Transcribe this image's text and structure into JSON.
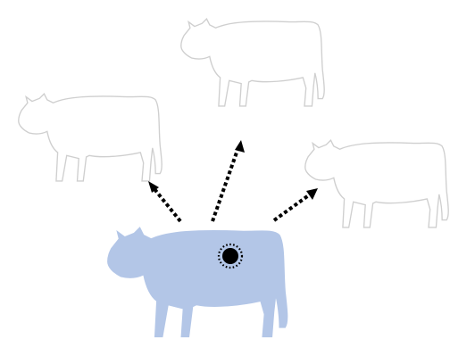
{
  "diagram": {
    "colors": {
      "background": "#ffffff",
      "outline_gray": "#cfcfcf",
      "infected_fill": "#b3c6e7",
      "arrow": "#000000",
      "virus": "#000000"
    },
    "icons": {
      "source": "cow-silhouette",
      "targets": "cow-outline",
      "pathogen": "virus-icon",
      "transmission": "dotted-arrow"
    },
    "cow_count_targets": 3
  }
}
